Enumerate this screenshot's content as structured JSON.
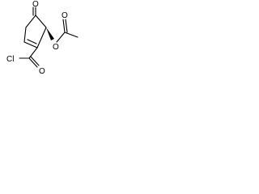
{
  "molecule": {
    "atoms": {
      "ketone_oxygen": "O",
      "ester_oxygen": "O",
      "carbonyl_oxygen_ester": "O",
      "carbonyl_oxygen_acyl": "O",
      "chlorine": "Cl"
    }
  }
}
